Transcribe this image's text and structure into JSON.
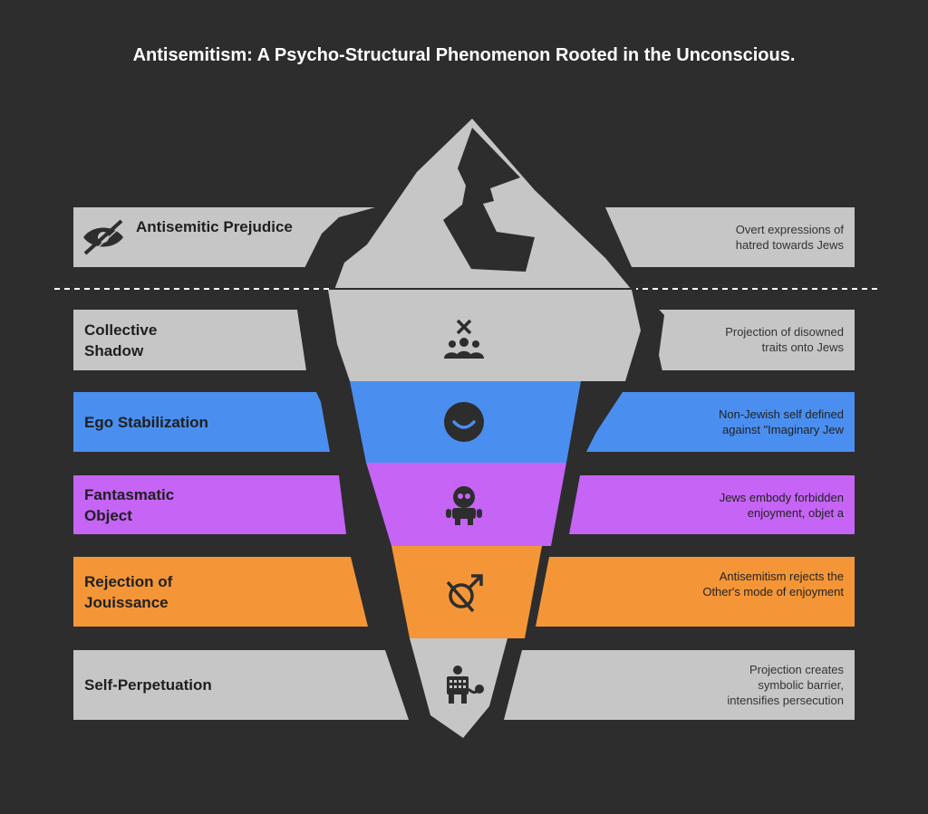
{
  "title": "Antisemitism: A Psycho-Structural Phenomenon Rooted in the Unconscious.",
  "layers": [
    {
      "label": "Antisemitic Prejudice",
      "description": "Overt expressions of hatred towards Jews",
      "icon": "prejudice-icon",
      "color": "#c6c6c6"
    },
    {
      "label": "Collective Shadow",
      "description": "Projection of disowned traits onto Jews",
      "icon": "group-cross-icon",
      "color": "#c6c6c6"
    },
    {
      "label": "Ego Stabilization",
      "description": "Non-Jewish self defined against \"Imaginary Jew",
      "icon": "smile-icon",
      "color": "#4a8ff0"
    },
    {
      "label": "Fantasmatic Object",
      "description": "Jews embody forbidden enjoyment, objet a",
      "icon": "alien-icon",
      "color": "#c564f5"
    },
    {
      "label": "Rejection of Jouissance",
      "description": "Antisemitism rejects the Other's mode of enjoyment",
      "icon": "male-symbol-slash-icon",
      "color": "#f49637"
    },
    {
      "label": "Self-Perpetuation",
      "description": "Projection creates symbolic barrier, intensifies persecution",
      "icon": "robot-person-icon",
      "color": "#c6c6c6"
    }
  ]
}
